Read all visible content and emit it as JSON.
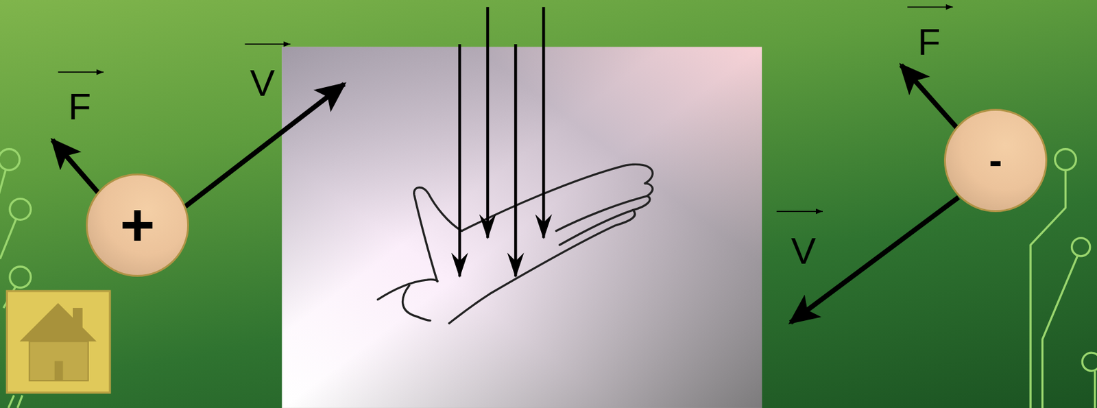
{
  "diagram": {
    "nodes": [
      {
        "text": [
          "+"
        ]
      },
      {
        "text": [
          "-"
        ]
      }
    ],
    "labels": [
      "F",
      "V",
      "F",
      "V"
    ]
  }
}
